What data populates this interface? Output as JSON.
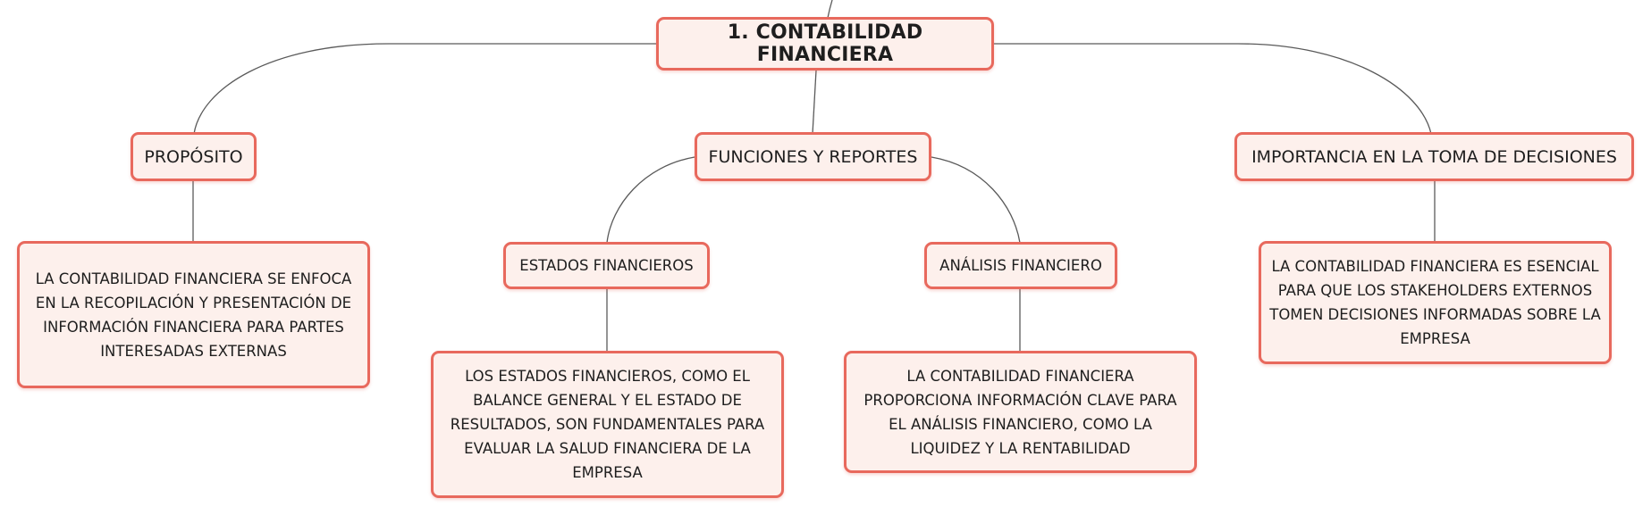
{
  "map": {
    "root": "1. CONTABILIDAD FINANCIERA",
    "proposito": {
      "title": "PROPÓSITO",
      "desc": "LA CONTABILIDAD FINANCIERA SE ENFOCA EN LA RECOPILACIÓN Y PRESENTACIÓN DE INFORMACIÓN FINANCIERA PARA PARTES INTERESADAS EXTERNAS"
    },
    "funciones": {
      "title": "FUNCIONES Y REPORTES",
      "estados": {
        "title": "ESTADOS FINANCIEROS",
        "desc": "LOS ESTADOS FINANCIEROS, COMO EL BALANCE GENERAL Y EL ESTADO DE RESULTADOS, SON FUNDAMENTALES PARA EVALUAR LA SALUD FINANCIERA DE LA EMPRESA"
      },
      "analisis": {
        "title": "ANÁLISIS FINANCIERO",
        "desc": "LA CONTABILIDAD FINANCIERA PROPORCIONA INFORMACIÓN CLAVE PARA EL ANÁLISIS FINANCIERO, COMO LA LIQUIDEZ Y LA RENTABILIDAD"
      }
    },
    "importancia": {
      "title": "IMPORTANCIA EN LA TOMA DE DECISIONES",
      "desc": "LA CONTABILIDAD FINANCIERA ES ESENCIAL PARA QUE LOS STAKEHOLDERS EXTERNOS TOMEN DECISIONES INFORMADAS SOBRE LA EMPRESA"
    }
  },
  "colors": {
    "node_border": "#e8695d",
    "node_fill": "#fdf0ec",
    "connector": "#555555",
    "text": "#1e1e1e"
  }
}
